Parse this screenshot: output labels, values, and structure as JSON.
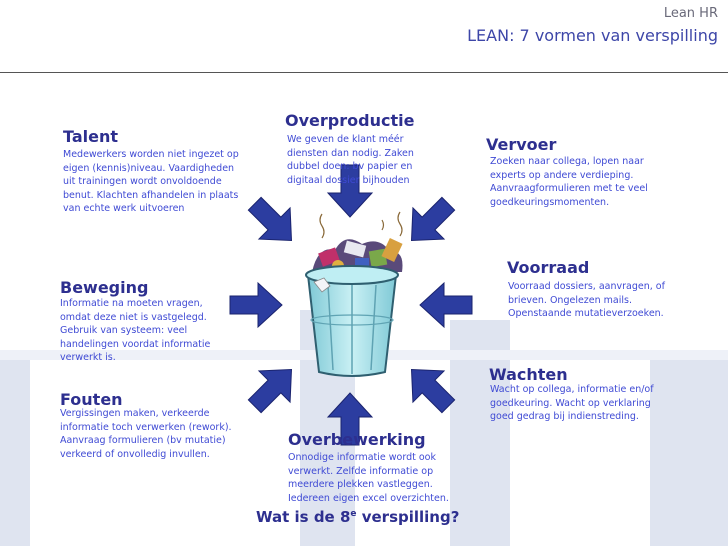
{
  "header": {
    "company": "Lean HR",
    "title": "LEAN: 7 vormen van verspilling"
  },
  "categories": {
    "talent": {
      "title": "Talent",
      "desc": "Medewerkers worden niet ingezet op eigen (kennis)niveau. Vaardigheden uit trainingen wordt onvoldoende benut. Klachten afhandelen in plaats van echte werk uitvoeren"
    },
    "overproductie": {
      "title": "Overproductie",
      "desc": "We geven de klant méér diensten dan nodig. Zaken dubbel doen: bv papier en digitaal dossier bijhouden"
    },
    "vervoer": {
      "title": "Vervoer",
      "desc": "Zoeken naar collega, lopen naar experts op andere verdieping. Aanvraagformulieren met te veel goedkeuringsmomenten."
    },
    "voorraad": {
      "title": "Voorraad",
      "desc": "Voorraad dossiers, aanvragen, of brieven. Ongelezen mails. Openstaande mutatieverzoeken."
    },
    "beweging": {
      "title": "Beweging",
      "desc": "Informatie na moeten vragen, omdat deze niet is vastgelegd. Gebruik van systeem: veel handelingen voordat informatie verwerkt is."
    },
    "wachten": {
      "title": "Wachten",
      "desc": "Wacht op collega, informatie en/of goedkeuring. Wacht op verklaring goed gedrag bij indienstreding."
    },
    "fouten": {
      "title": "Fouten",
      "desc": "Vergissingen maken, verkeerde informatie toch verwerken (rework). Aanvraag formulieren (bv mutatie) verkeerd of onvolledig invullen."
    },
    "overbewerking": {
      "title": "Overbewerking",
      "desc": "Onnodige informatie wordt ook verwerkt. Zelfde informatie op meerdere plekken vastleggen. Iedereen eigen excel overzichten."
    }
  },
  "question": {
    "prefix": "Wat is de 8",
    "sup": "e",
    "suffix": " verspilling?"
  },
  "colors": {
    "title": "#2d2f8f",
    "desc": "#3f4ad4",
    "arrow": "#2c3da0",
    "bin": "#a9dfe6"
  }
}
